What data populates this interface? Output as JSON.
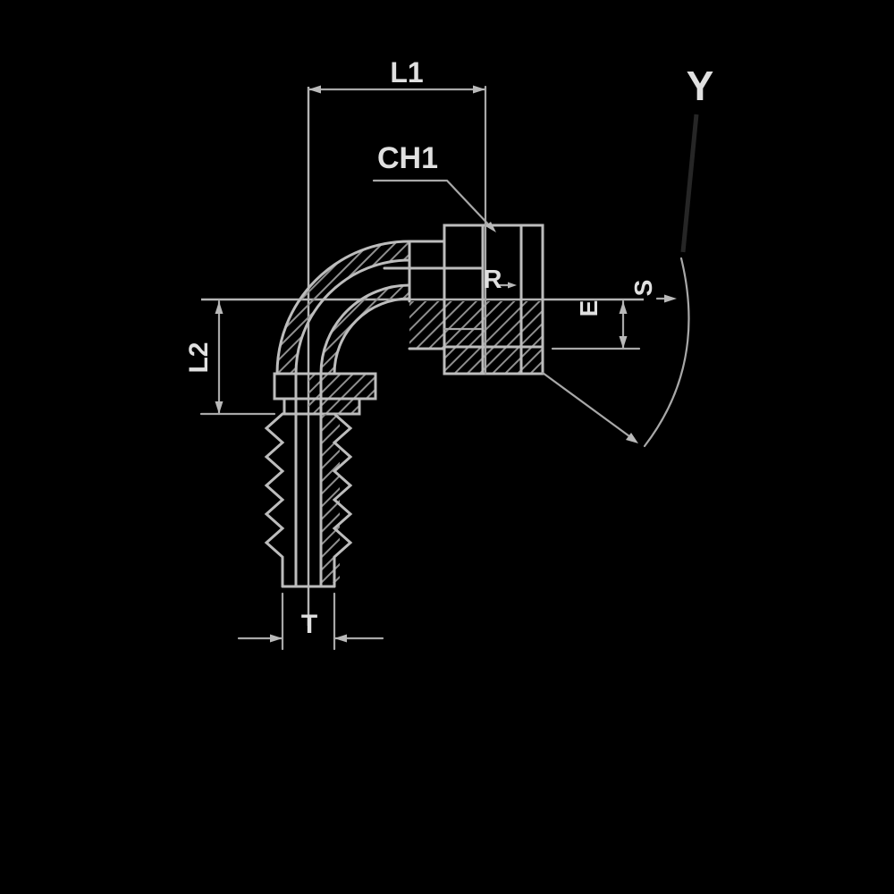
{
  "diagram": {
    "type": "engineering-drawing",
    "subject": "90-degree elbow hydraulic hose insert fitting, half-section view with dimension callouts",
    "colors": {
      "background": "#000000",
      "outline": "#bdbdbd",
      "dimension_lines": "#a8a8a8",
      "labels": "#e0e0e0"
    },
    "dimension_labels": {
      "l1": "L1",
      "ch1": "CH1",
      "l2": "L2",
      "t": "T",
      "e": "E",
      "s": "S",
      "r": "R",
      "y": "Y"
    }
  }
}
